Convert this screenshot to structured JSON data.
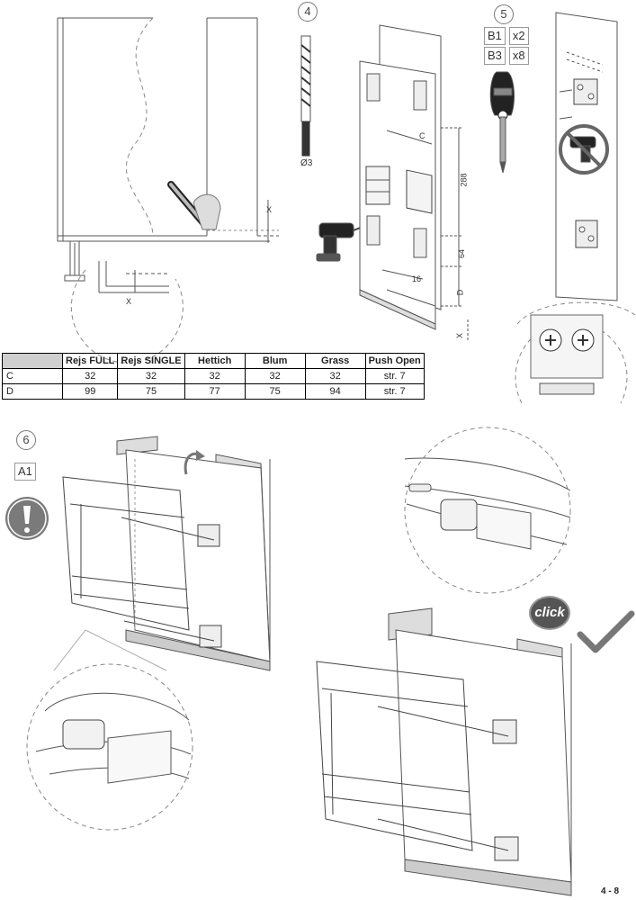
{
  "steps": {
    "step4": {
      "number": "4",
      "drill_size": "Ø3"
    },
    "step5": {
      "number": "5",
      "parts": [
        {
          "code": "B1",
          "qty": "x2"
        },
        {
          "code": "B3",
          "qty": "x8"
        }
      ]
    },
    "step6": {
      "number": "6",
      "part": "A1"
    }
  },
  "dimensions": {
    "x_label": "X",
    "c_label": "C",
    "d_label": "D",
    "d288": "288",
    "d64": "64",
    "d16": "16"
  },
  "spec_table": {
    "headers": [
      "",
      "Rejs FULL",
      "Rejs SINGLE",
      "Hettich",
      "Blum",
      "Grass",
      "Push Open"
    ],
    "rows": [
      {
        "label": "C",
        "cells": [
          "32",
          "32",
          "32",
          "32",
          "32",
          "str. 7"
        ]
      },
      {
        "label": "D",
        "cells": [
          "99",
          "75",
          "77",
          "75",
          "94",
          "str. 7"
        ]
      }
    ]
  },
  "click_badge": "click",
  "page_number": "4 - 8",
  "icons": [
    "drill-bit-icon",
    "cordless-drill-icon",
    "screwdriver-icon",
    "no-power-drill-icon",
    "warning-icon",
    "rotate-arrow-icon",
    "checkmark-icon"
  ],
  "colors": {
    "line": "#555555",
    "dash": "#888888",
    "warning": "#7a7a7a",
    "table_header_blank": "#cfcfcf"
  }
}
